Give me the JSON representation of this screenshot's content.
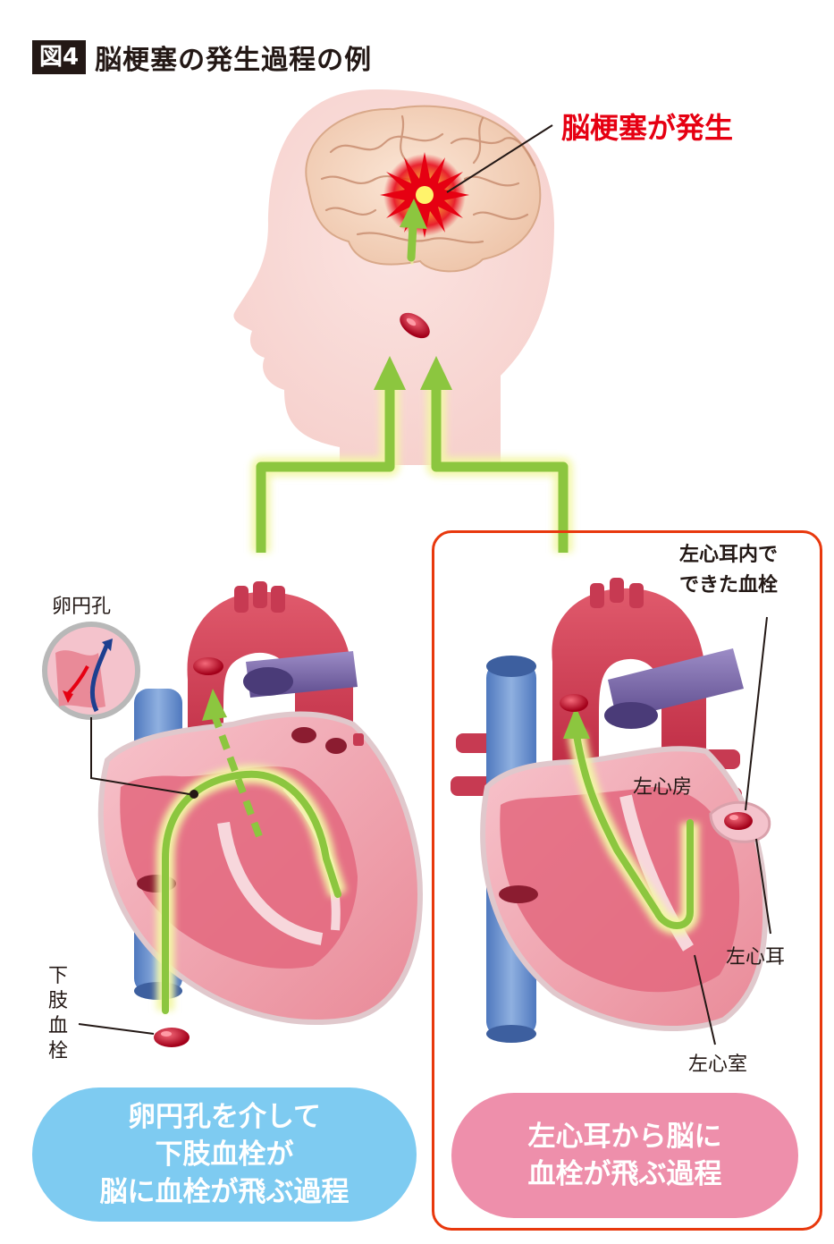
{
  "figure": {
    "tag": "図4",
    "title": "脳梗塞の発生過程の例"
  },
  "brain": {
    "label": "脳梗塞が発生"
  },
  "left_heart": {
    "foramen_label": "卵円孔",
    "embolus_label_chars": [
      "下",
      "肢",
      "血",
      "栓"
    ],
    "caption_lines": [
      "卵円孔を介して",
      "下肢血栓が",
      "脳に血栓が飛ぶ過程"
    ]
  },
  "right_heart": {
    "clot_label_lines": [
      "左心耳内で",
      "できた血栓"
    ],
    "atrium_label": "左心房",
    "appendage_label": "左心耳",
    "ventricle_label": "左心室",
    "caption_lines": [
      "左心耳から脳に",
      "血栓が飛ぶ過程"
    ]
  },
  "colors": {
    "arrow_green": "#8cc63f",
    "arrow_glow": "#f3f7a6",
    "heart_red": "#d3475c",
    "heart_pink": "#f3a9b5",
    "vein_blue": "#6f94cf",
    "vein_purple": "#7c6aa8",
    "clot_red": "#c3001f",
    "highlight_red": "#e60012",
    "box_border": "#e8380d",
    "pill_blue": "#7ecbf1",
    "pill_pink": "#ee8fab"
  },
  "icons": [
    "head-silhouette-icon",
    "brain-icon",
    "infarct-burst-icon",
    "heart-icon",
    "blood-clot-icon",
    "foramen-inset-icon",
    "green-path-arrow-icon"
  ]
}
